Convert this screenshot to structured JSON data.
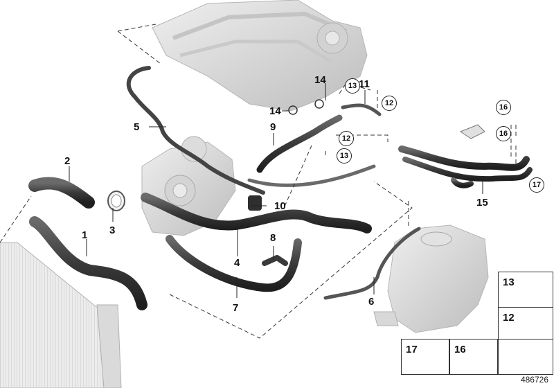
{
  "diagram": {
    "labels": [
      "1",
      "2",
      "3",
      "4",
      "5",
      "6",
      "7",
      "8",
      "9",
      "10",
      "11",
      "14",
      "15",
      "14"
    ],
    "callouts": [
      "13",
      "12",
      "12",
      "13",
      "16",
      "16",
      "17"
    ],
    "legend": [
      {
        "label": "13",
        "icon": "torx-bolt-icon"
      },
      {
        "label": "12",
        "icon": "hex-bolt-icon"
      },
      {
        "label": "17",
        "icon": "screw-icon"
      },
      {
        "label": "16",
        "icon": "hose-clamp-icon"
      },
      {
        "label": "",
        "icon": "arrow-symbol-icon"
      }
    ],
    "doc_number": "486726"
  },
  "colors": {
    "hose": "#3d3d3d",
    "engine": "#d9d9d9",
    "line": "#222222"
  }
}
